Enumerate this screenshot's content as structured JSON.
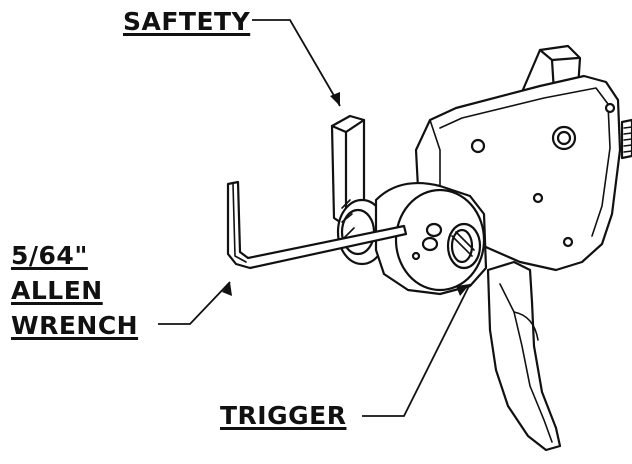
{
  "labels": {
    "safety": "SAFTETY",
    "allen_wrench_line1": "5/64\"",
    "allen_wrench_line2": "ALLEN",
    "allen_wrench_line3": "WRENCH",
    "trigger": "TRIGGER"
  },
  "colors": {
    "line": "#111111",
    "fill": "#ffffff",
    "background": "#ffffff"
  },
  "illustration": "trigger-assembly-line-drawing"
}
